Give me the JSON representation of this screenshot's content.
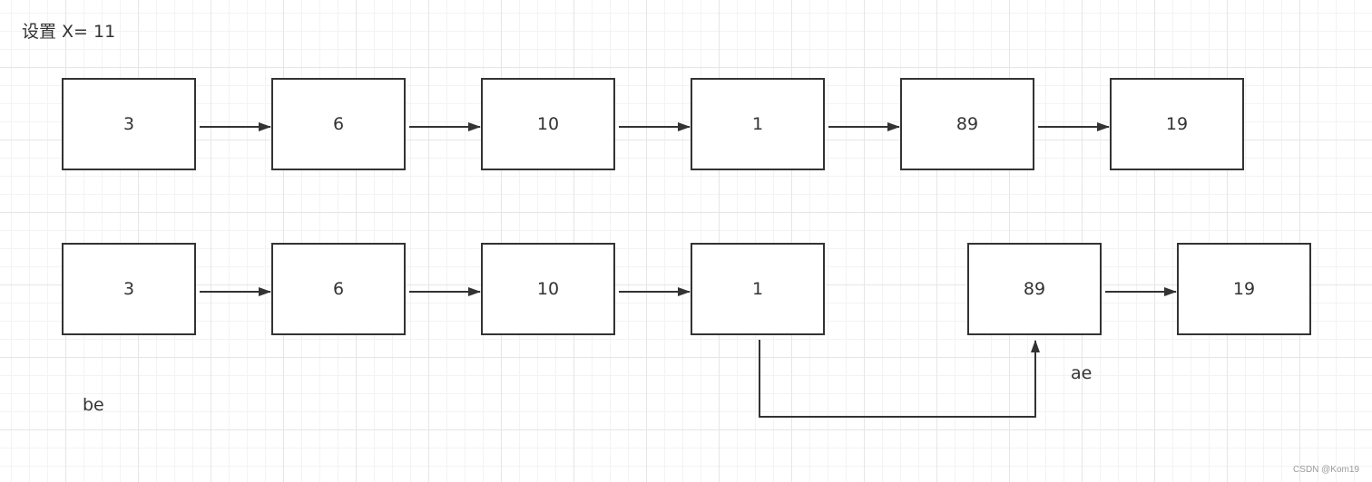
{
  "header": {
    "setting_label": "设置 X= 11"
  },
  "row1": {
    "nodes": [
      "3",
      "6",
      "10",
      "1",
      "89",
      "19"
    ]
  },
  "row2": {
    "nodes": [
      "3",
      "6",
      "10",
      "1",
      "89",
      "19"
    ]
  },
  "labels": {
    "be": "be",
    "ae": "ae"
  },
  "watermark": "CSDN @Kom19",
  "colors": {
    "stroke": "#333333",
    "grid": "#e6e6e6",
    "background": "#ffffff"
  }
}
